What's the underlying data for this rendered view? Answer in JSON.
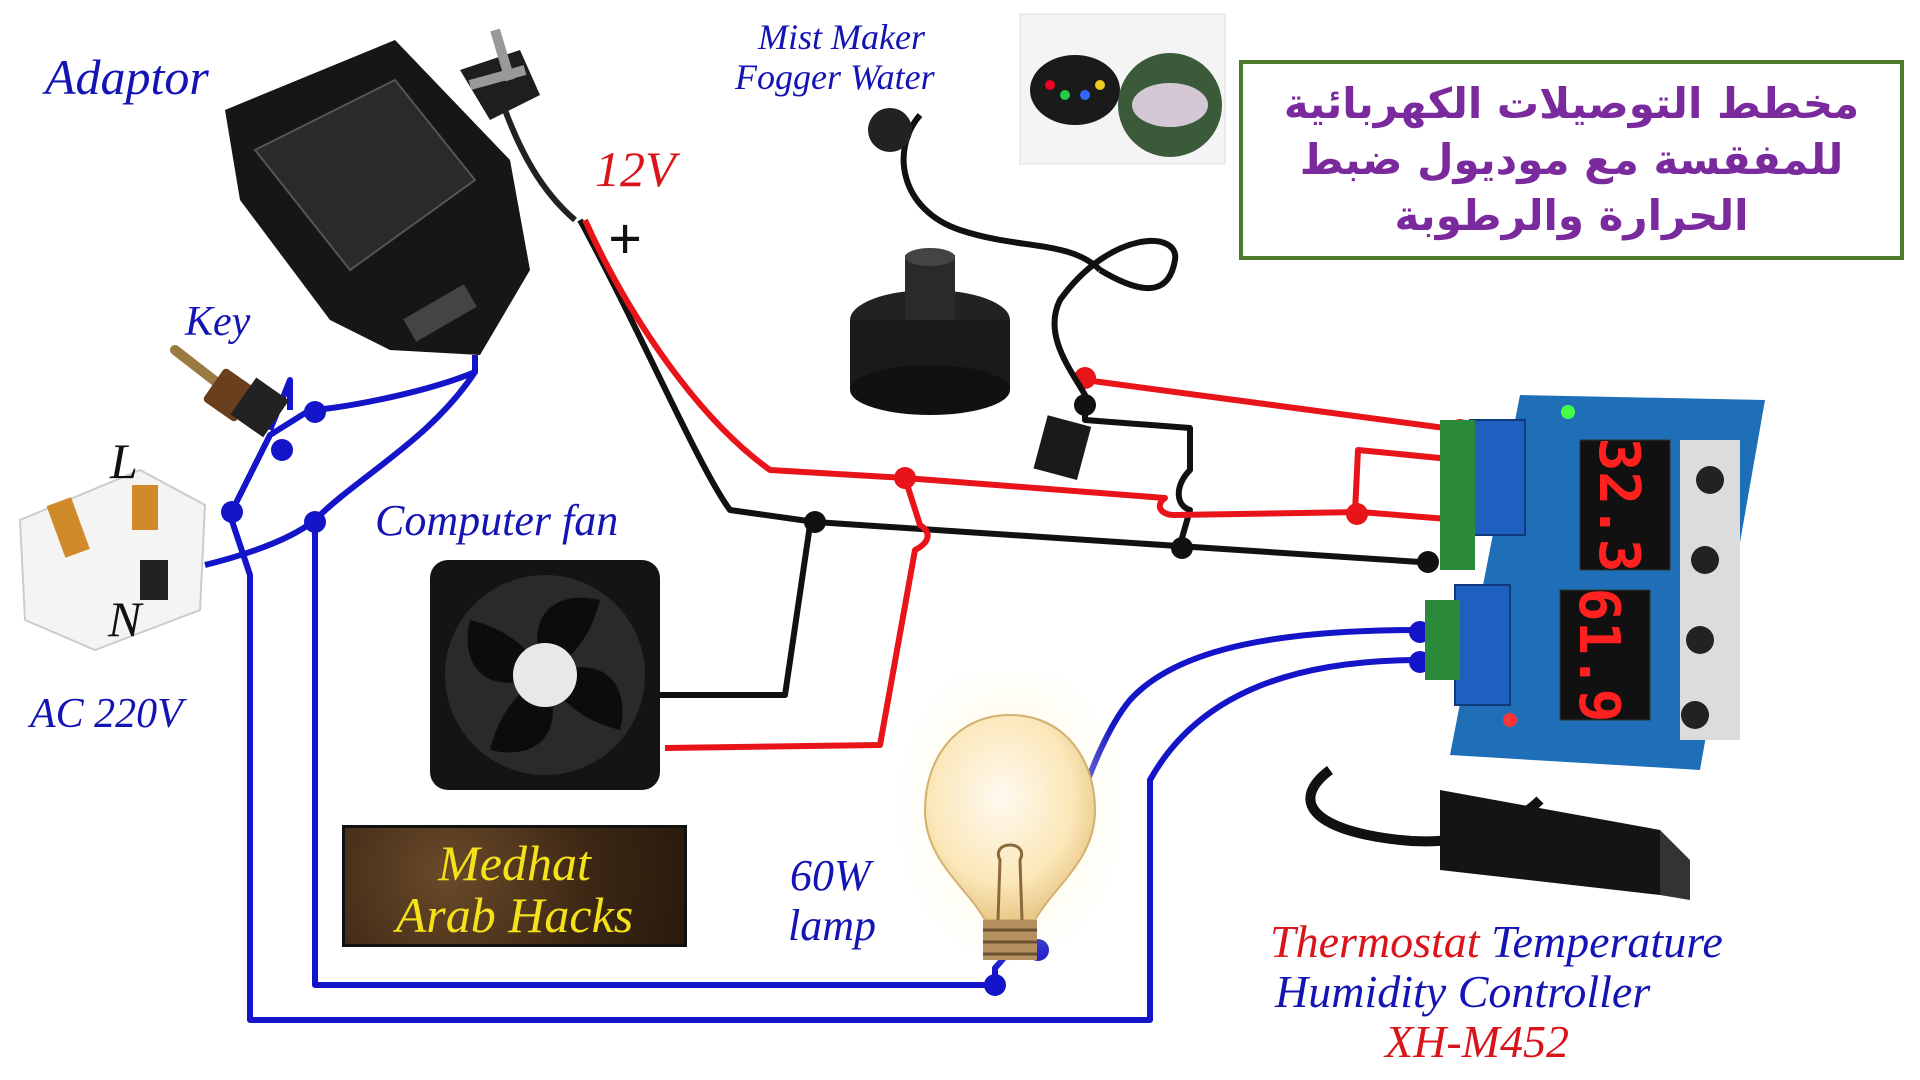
{
  "title_lines": [
    "مخطط التوصيلات الكهربائية",
    "للمفقسة مع موديول ضبط",
    "الحرارة والرطوبة"
  ],
  "labels": {
    "adaptor": "Adaptor",
    "key": "Key",
    "line": "L",
    "neutral": "N",
    "ac": "AC 220V",
    "dc_voltage": "12V",
    "plus": "+",
    "mist_maker_1": "Mist Maker",
    "mist_maker_2": "Fogger Water",
    "computer_fan": "Computer fan",
    "lamp_1": "60W",
    "lamp_2": "lamp",
    "logo_1": "Medhat",
    "logo_2": "Arab Hacks",
    "thermostat_word": "Thermostat",
    "temperature_word": "Temperature",
    "controller_line": "Humidity Controller",
    "model": "XH-M452"
  },
  "display": {
    "top_value": "32.3",
    "bottom_value": "61.9"
  },
  "colors": {
    "wire_ac": "#1414c8",
    "wire_positive": "#e8141a",
    "wire_negative": "#111111",
    "title_text": "#7a2a9c",
    "title_border": "#4f7a2c",
    "pcb": "#1e6fb8",
    "relay": "#1f5fbf",
    "led_digits": "#ff2020",
    "logo_text": "#f5e21a"
  }
}
